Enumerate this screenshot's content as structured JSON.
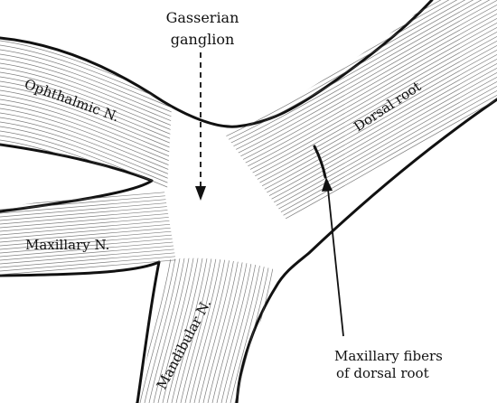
{
  "diagram": {
    "labels": {
      "gasserian_line1": "Gasserian",
      "gasserian_line2": "ganglion",
      "ophthalmic": "Ophthalmic N.",
      "maxillary": "Maxillary N.",
      "mandibular": "Mandibular N.",
      "dorsal_root": "Dorsal root",
      "maxillary_fibers_line1": "Maxillary fibers",
      "maxillary_fibers_line2": "of dorsal root"
    },
    "colors": {
      "ink": "#111111",
      "fiber": "#555555",
      "paper": "#ffffff"
    }
  }
}
